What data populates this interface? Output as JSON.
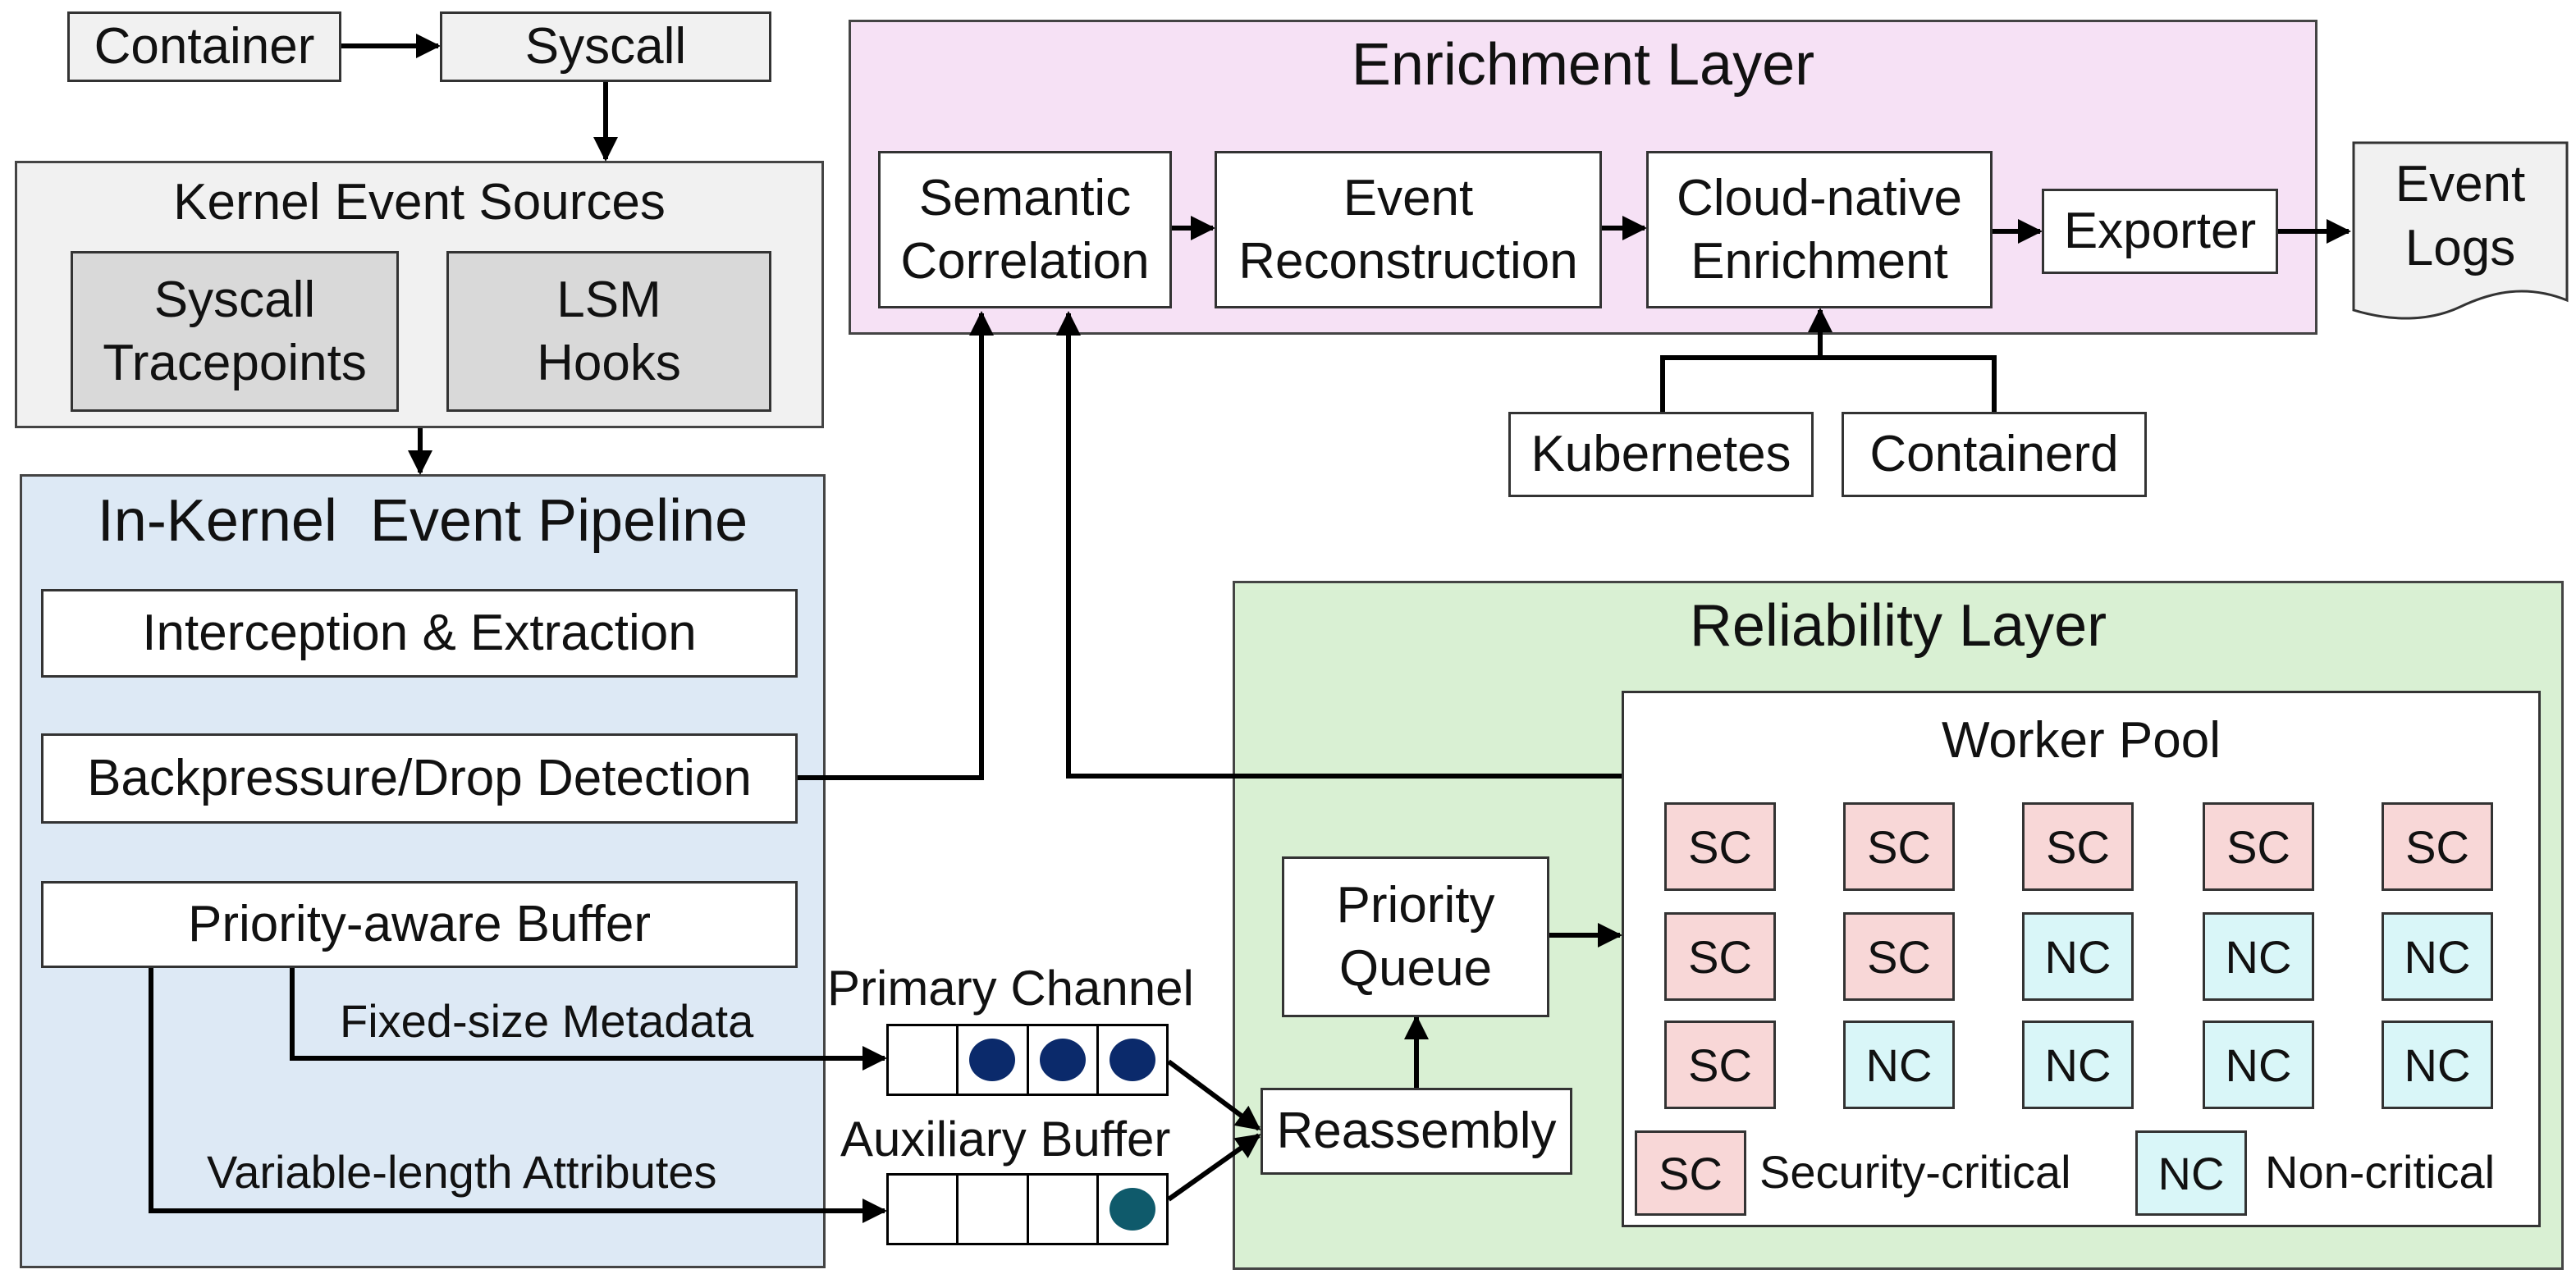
{
  "top": {
    "container": "Container",
    "syscall": "Syscall"
  },
  "kernel_sources": {
    "title": "Kernel Event Sources",
    "tracepoints": "Syscall\nTracepoints",
    "lsm": "LSM\nHooks"
  },
  "pipeline": {
    "title": "In-Kernel  Event Pipeline",
    "interception": "Interception & Extraction",
    "backpressure": "Backpressure/Drop Detection",
    "buffer": "Priority-aware Buffer",
    "fixed_meta": "Fixed-size Metadata",
    "variable_attr": "Variable-length Attributes"
  },
  "channels": {
    "primary": "Primary Channel",
    "auxiliary": "Auxiliary Buffer"
  },
  "enrichment": {
    "title": "Enrichment Layer",
    "semantic": "Semantic\nCorrelation",
    "reconstruction": "Event\nReconstruction",
    "cloud_native": "Cloud-native\nEnrichment",
    "exporter": "Exporter",
    "event_logs": "Event\nLogs",
    "kubernetes": "Kubernetes",
    "containerd": "Containerd"
  },
  "reliability": {
    "title": "Reliability Layer",
    "worker_pool": "Worker Pool",
    "priority_queue": "Priority\nQueue",
    "reassembly": "Reassembly",
    "grid": [
      [
        "SC",
        "SC",
        "SC",
        "SC",
        "SC"
      ],
      [
        "SC",
        "SC",
        "NC",
        "NC",
        "NC"
      ],
      [
        "SC",
        "NC",
        "NC",
        "NC",
        "NC"
      ]
    ],
    "legend_sc_tag": "SC",
    "legend_sc": "Security-critical",
    "legend_nc_tag": "NC",
    "legend_nc": "Non-critical"
  },
  "colors": {
    "enrichment_bg": "#f6e1f5",
    "pipeline_bg": "#dde9f5",
    "reliability_bg": "#d9f0d3",
    "sc": "#f8d7d7",
    "nc": "#d9f6f8",
    "token_primary": "#0b2a6b",
    "token_aux": "#0f5a6b"
  }
}
